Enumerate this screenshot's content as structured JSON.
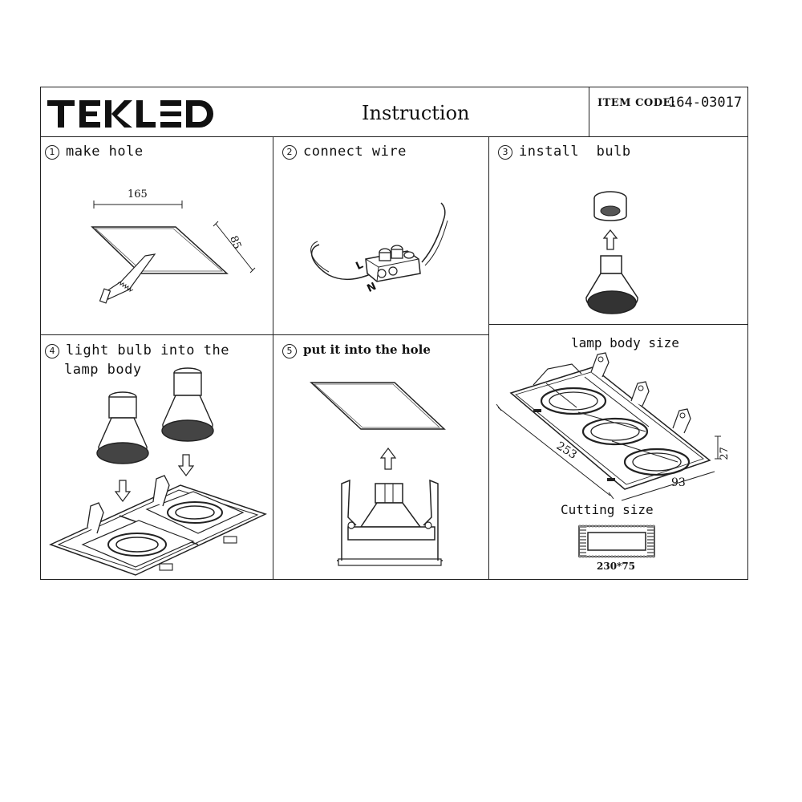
{
  "header": {
    "brand": "TEKLED",
    "title": "Instruction",
    "item_code_label": "ITEM CODE:",
    "item_code_value": "164-03017"
  },
  "steps": [
    {
      "number": "1",
      "label": "make hole",
      "dims": {
        "width": "165",
        "depth": "85"
      }
    },
    {
      "number": "2",
      "label": "connect wire",
      "wire_labels": {
        "l": "L",
        "n": "N"
      }
    },
    {
      "number": "3",
      "label": "install  bulb"
    },
    {
      "number": "4",
      "label_line1": "light bulb into the",
      "label_line2": "lamp body"
    },
    {
      "number": "5",
      "label": "put it into the hole"
    }
  ],
  "lamp_body": {
    "title": "lamp body size",
    "length": "253",
    "width": "93",
    "height": "27",
    "cutting_title": "Cutting size",
    "cutting_value": "230*75"
  }
}
